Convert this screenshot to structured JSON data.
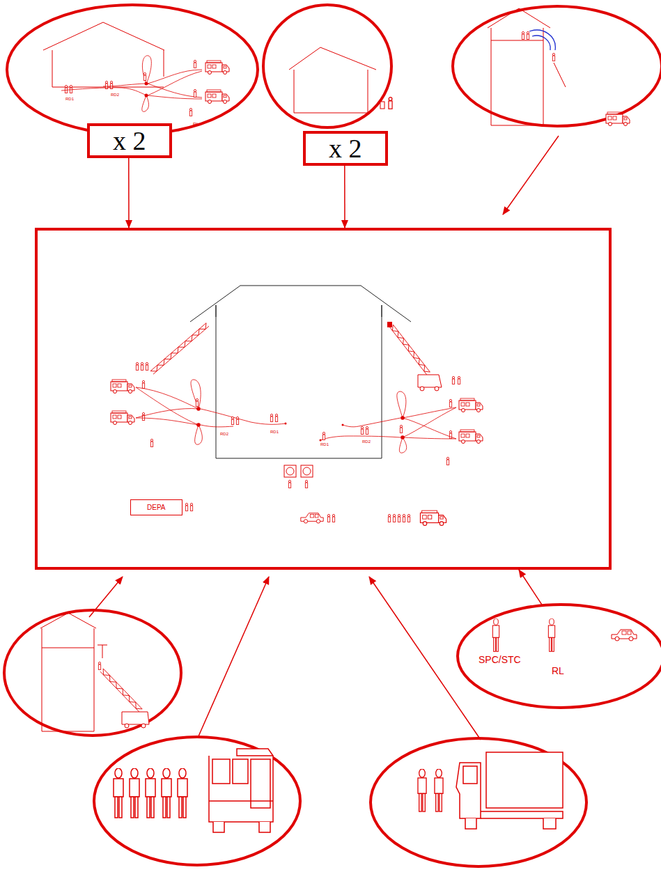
{
  "diagram": {
    "nodes": [
      {
        "text": [
          "RD1",
          "RD2",
          "RL"
        ]
      },
      {
        "text": [
          "x 2"
        ]
      },
      {
        "text": [
          "x 2"
        ]
      },
      {
        "text": [
          "RD2",
          "RD1",
          "RD1",
          "RD2"
        ]
      },
      {
        "text": [
          "DEPA"
        ],
        "in": 3
      },
      {
        "text": [
          "SPC/STC",
          "RL"
        ]
      }
    ],
    "edges": [
      {
        "from": 1,
        "to": 3,
        "arrow": "to"
      },
      {
        "from": 2,
        "to": 3,
        "arrow": "to"
      },
      {
        "from": 5,
        "to": 3,
        "arrow": "to"
      }
    ]
  }
}
